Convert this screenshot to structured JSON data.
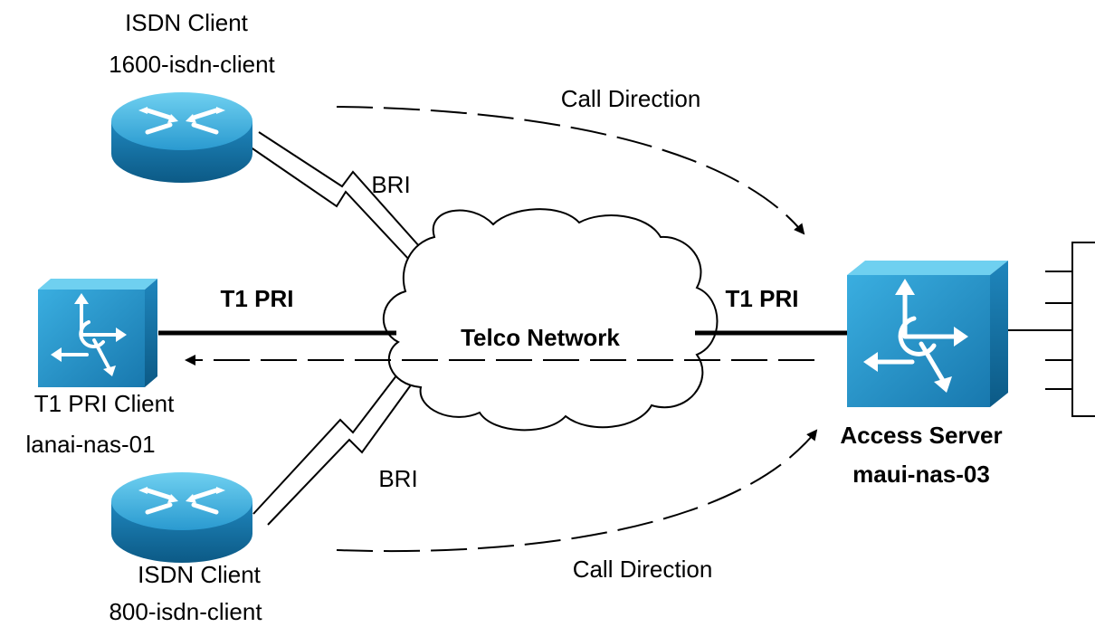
{
  "colors": {
    "device_blue": "#1f8fc6",
    "device_blue_light": "#5dc0e8",
    "device_blue_dark": "#0f5f8d",
    "line_black": "#000000",
    "cloud_fill": "#ffffff"
  },
  "nodes": {
    "isdn_client_top": {
      "line1": "ISDN Client",
      "line2": "1600-isdn-client",
      "icon": "router-icon"
    },
    "isdn_client_bottom": {
      "line1": "ISDN Client",
      "line2": "800-isdn-client",
      "icon": "router-icon"
    },
    "t1_pri_client": {
      "line1": "T1 PRI Client",
      "line2": "lanai-nas-01",
      "icon": "access-server-icon"
    },
    "access_server": {
      "line1": "Access Server",
      "line2": "maui-nas-03",
      "icon": "access-server-icon"
    },
    "cloud": {
      "label": "Telco Network",
      "icon": "cloud-icon"
    }
  },
  "links": {
    "bri_top": "BRI",
    "bri_bottom": "BRI",
    "t1_left": "T1 PRI",
    "t1_right": "T1 PRI"
  },
  "arrows": {
    "call_top": "Call Direction",
    "call_bottom": "Call Direction"
  }
}
